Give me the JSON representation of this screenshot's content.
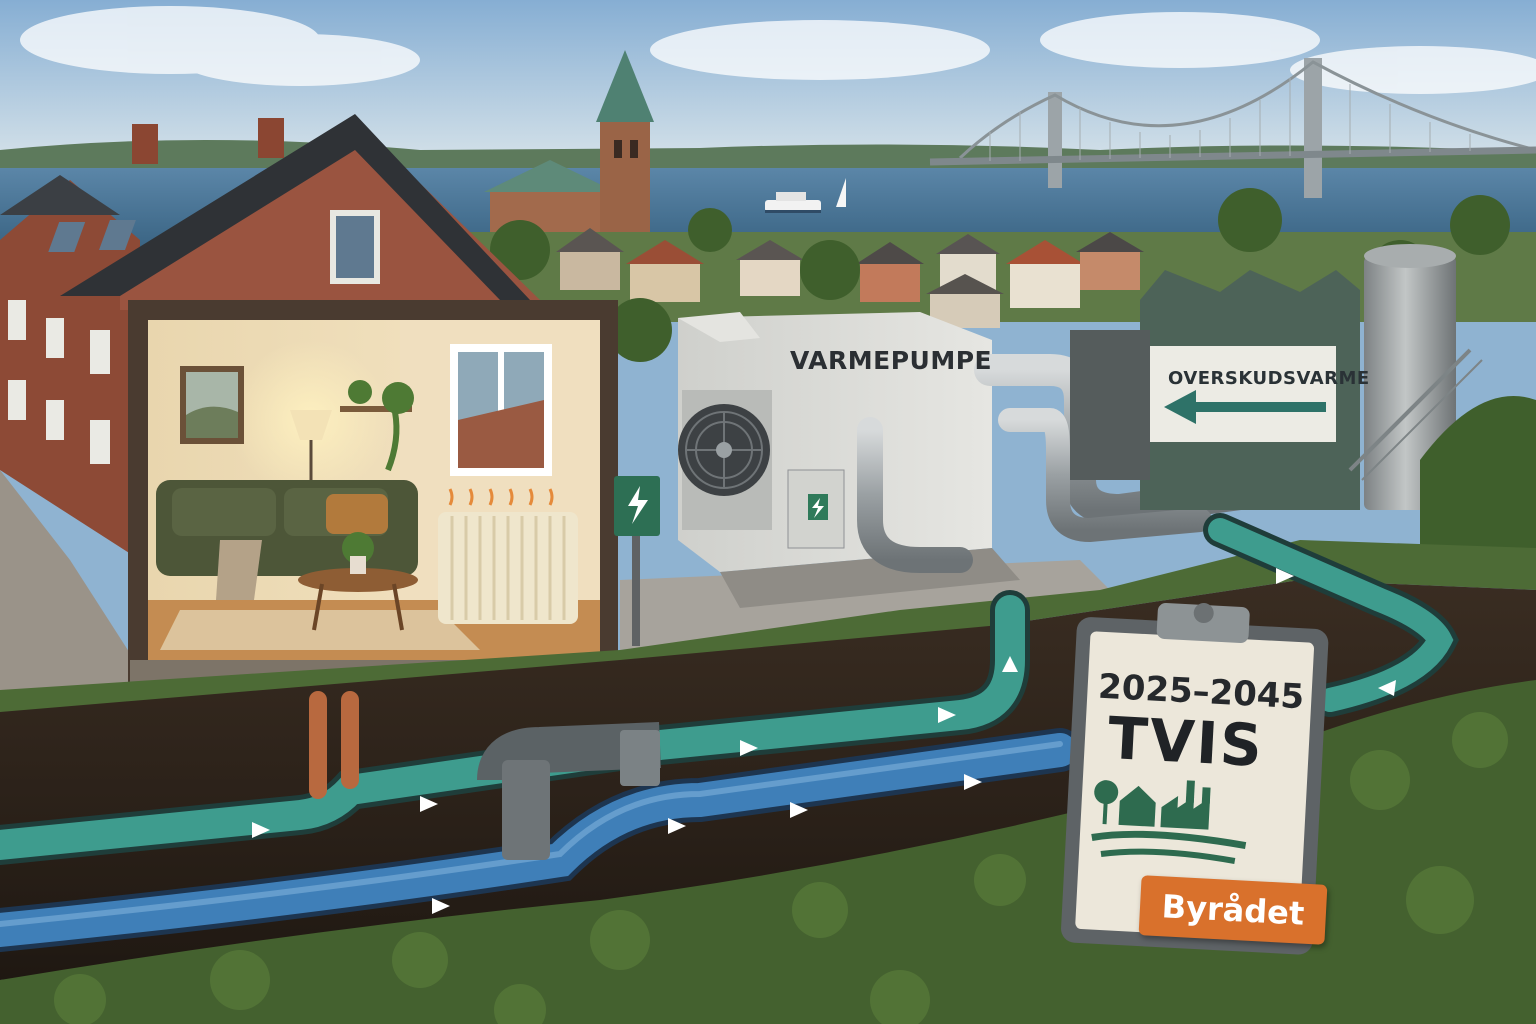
{
  "labels": {
    "heat_pump": "VARMEPUMPE",
    "surplus_heat": "OVERSKUDSVARME",
    "years": "2025–2045",
    "project": "TVIS",
    "council": "Byrådet"
  },
  "colors": {
    "sky": "#a9c7e0",
    "water": "#3f6f95",
    "brick": "#9a4f38",
    "greenery": "#4c6b34",
    "supply_pipe": "#3e9c8e",
    "return_pipe": "#3f7fb8",
    "copper_pipe": "#b8693f",
    "tag": "#d9712c",
    "factory": "#4d6358"
  },
  "icons": [
    "bolt-icon",
    "arrow-left-icon",
    "house-factory-icon",
    "fan-icon",
    "clipboard-clip-icon"
  ]
}
